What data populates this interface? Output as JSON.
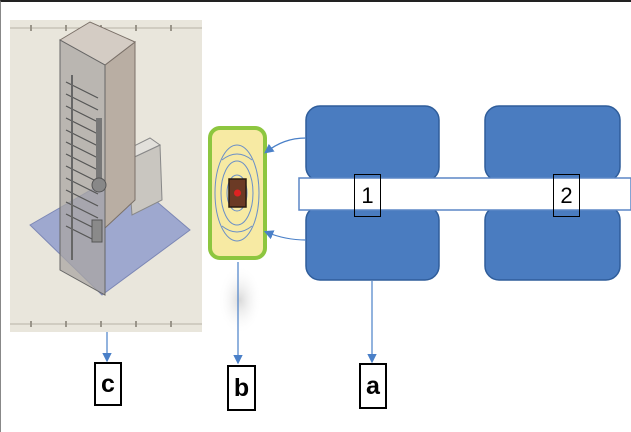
{
  "panels": {
    "label_c": "c",
    "label_b": "b",
    "label_a": "a"
  },
  "array": {
    "num_1": "1",
    "num_2": "2"
  },
  "colors": {
    "block_fill": "#4a7cc0",
    "block_stroke": "#2f5d9a",
    "strip_stroke": "#5b86c5",
    "arrow": "#4a80c8",
    "sensor_fill": "#f6e9a0",
    "sensor_border": "#8dc63f"
  }
}
